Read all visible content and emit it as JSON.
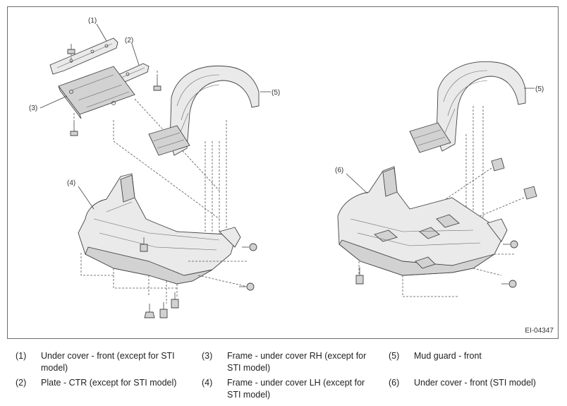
{
  "diagram": {
    "code": "EI-04347",
    "callouts": [
      "(1)",
      "(2)",
      "(3)",
      "(4)",
      "(5)",
      "(5)",
      "(6)"
    ]
  },
  "legend": [
    {
      "num": "(1)",
      "text": "Under cover - front (except for STI model)"
    },
    {
      "num": "(2)",
      "text": "Plate - CTR (except for STI model)"
    },
    {
      "num": "(3)",
      "text": "Frame - under cover RH (except for STI model)"
    },
    {
      "num": "(4)",
      "text": "Frame - under cover LH (except for STI model)"
    },
    {
      "num": "(5)",
      "text": "Mud guard - front"
    },
    {
      "num": "(6)",
      "text": "Under cover - front (STI model)"
    }
  ]
}
